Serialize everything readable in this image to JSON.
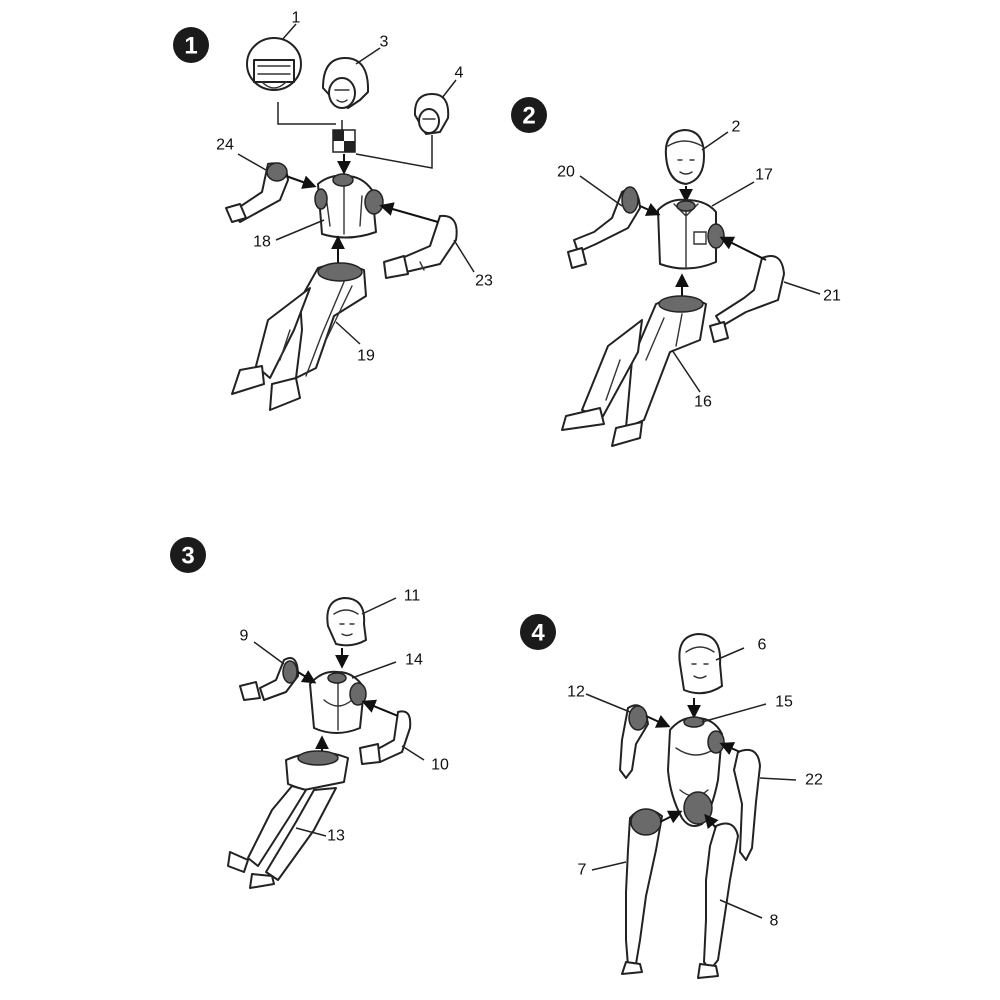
{
  "steps": [
    "1",
    "2",
    "3",
    "4"
  ],
  "parts": {
    "p1": "1",
    "p2": "2",
    "p3": "3",
    "p4": "4",
    "p6": "6",
    "p7": "7",
    "p8": "8",
    "p9": "9",
    "p10": "10",
    "p11": "11",
    "p12": "12",
    "p13": "13",
    "p14": "14",
    "p15": "15",
    "p16": "16",
    "p17": "17",
    "p18": "18",
    "p19": "19",
    "p20": "20",
    "p21": "21",
    "p22": "22",
    "p23": "23",
    "p24": "24"
  }
}
